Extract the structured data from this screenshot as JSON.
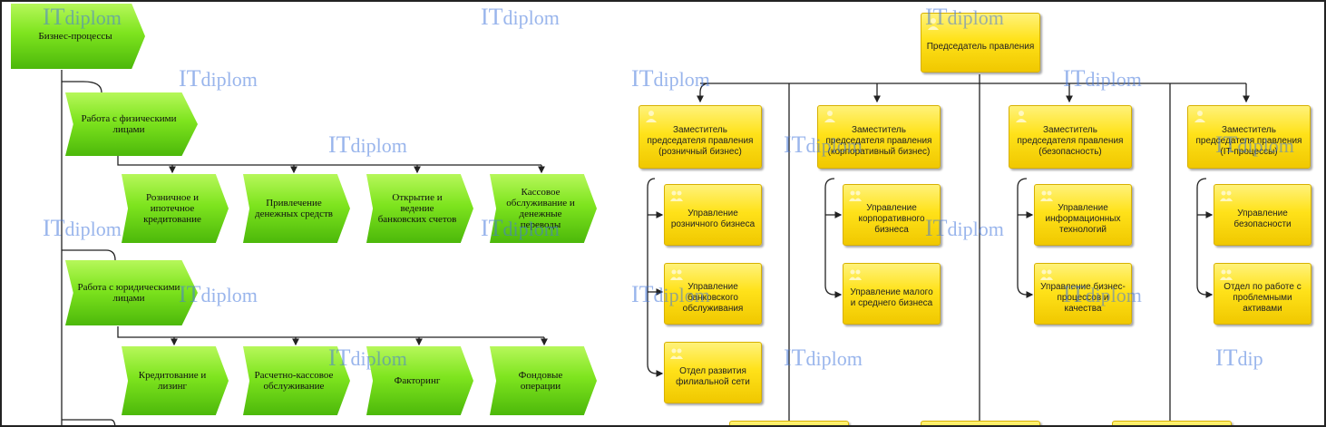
{
  "process_map": {
    "root": "Бизнес-процессы",
    "groups": [
      {
        "label": "Работа с физическими лицами",
        "children": [
          "Розничное и ипотечное кредитование",
          "Привлечение денежных средств",
          "Открытие и ведение банковских счетов",
          "Кассовое обслуживание и денежные переводы"
        ]
      },
      {
        "label": "Работа с юридическими лицами",
        "children": [
          "Кредитование и лизинг",
          "Расчетно-кассовое обслуживание",
          "Факторинг",
          "Фондовые операции"
        ]
      }
    ]
  },
  "org_chart": {
    "chairman": "Председатель правления",
    "deputies": [
      {
        "title": "Заместитель председателя правления (розничный бизнес)",
        "units": [
          "Управление розничного бизнеса",
          "Управление банковского обслуживания",
          "Отдел развития филиальной сети"
        ]
      },
      {
        "title": "Заместитель председателя правления (корпоративный бизнес)",
        "units": [
          "Управление корпоративного бизнеса",
          "Управление малого и среднего бизнеса"
        ]
      },
      {
        "title": "Заместитель председателя правления (безопасность)",
        "units": [
          "Управление информационных технологий",
          "Управление бизнес-процессов и качества"
        ]
      },
      {
        "title": "Заместитель председателя правления (IT-процессы)",
        "units": [
          "Управление безопасности",
          "Отдел по работе с проблемными активами"
        ]
      }
    ]
  },
  "watermark": {
    "it": "IT",
    "rest": "diplom",
    "partial": "dip"
  },
  "colors": {
    "process_green": "#7ee41e",
    "org_yellow": "#ffe21a",
    "watermark_blue": "#4678dc"
  }
}
